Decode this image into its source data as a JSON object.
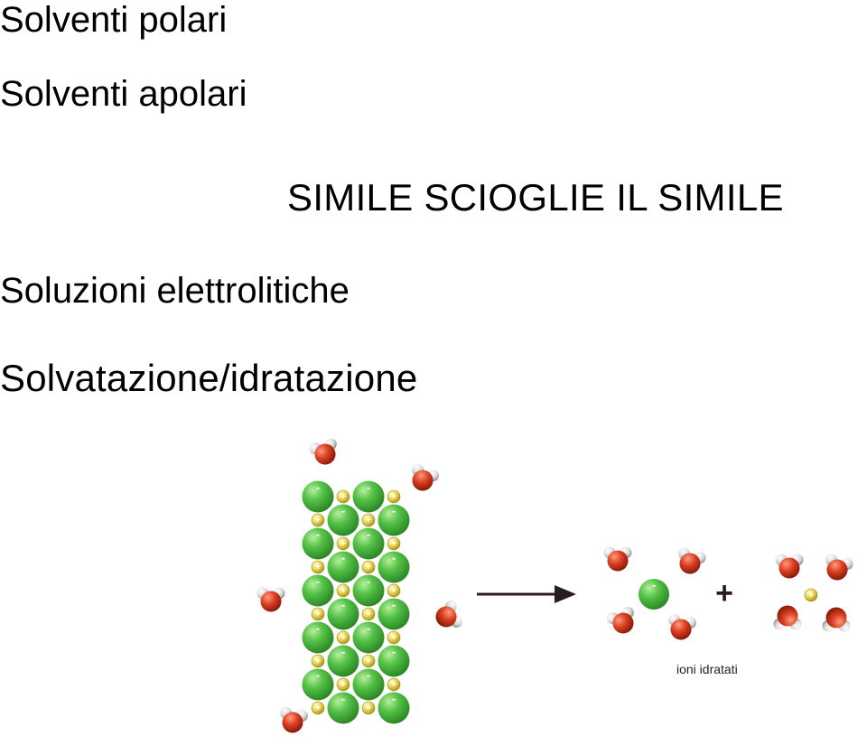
{
  "topics": [
    "Solventi polari",
    "Solventi apolari",
    "Soluzioni elettrolitiche",
    "Solvatazione/idratazione"
  ],
  "slogan": "SIMILE SCIOGLIE IL SIMILE",
  "illustration": {
    "caption": "ioni idratati",
    "anion_sign": "-",
    "cation_sign": "+",
    "plus_operator": "+",
    "colors": {
      "anion": "#4cb843",
      "cation": "#e6d24a",
      "oxygen": "#d43a1f",
      "hydrogen": "#d9d9d9",
      "arrow": "#2a1d1d"
    }
  }
}
